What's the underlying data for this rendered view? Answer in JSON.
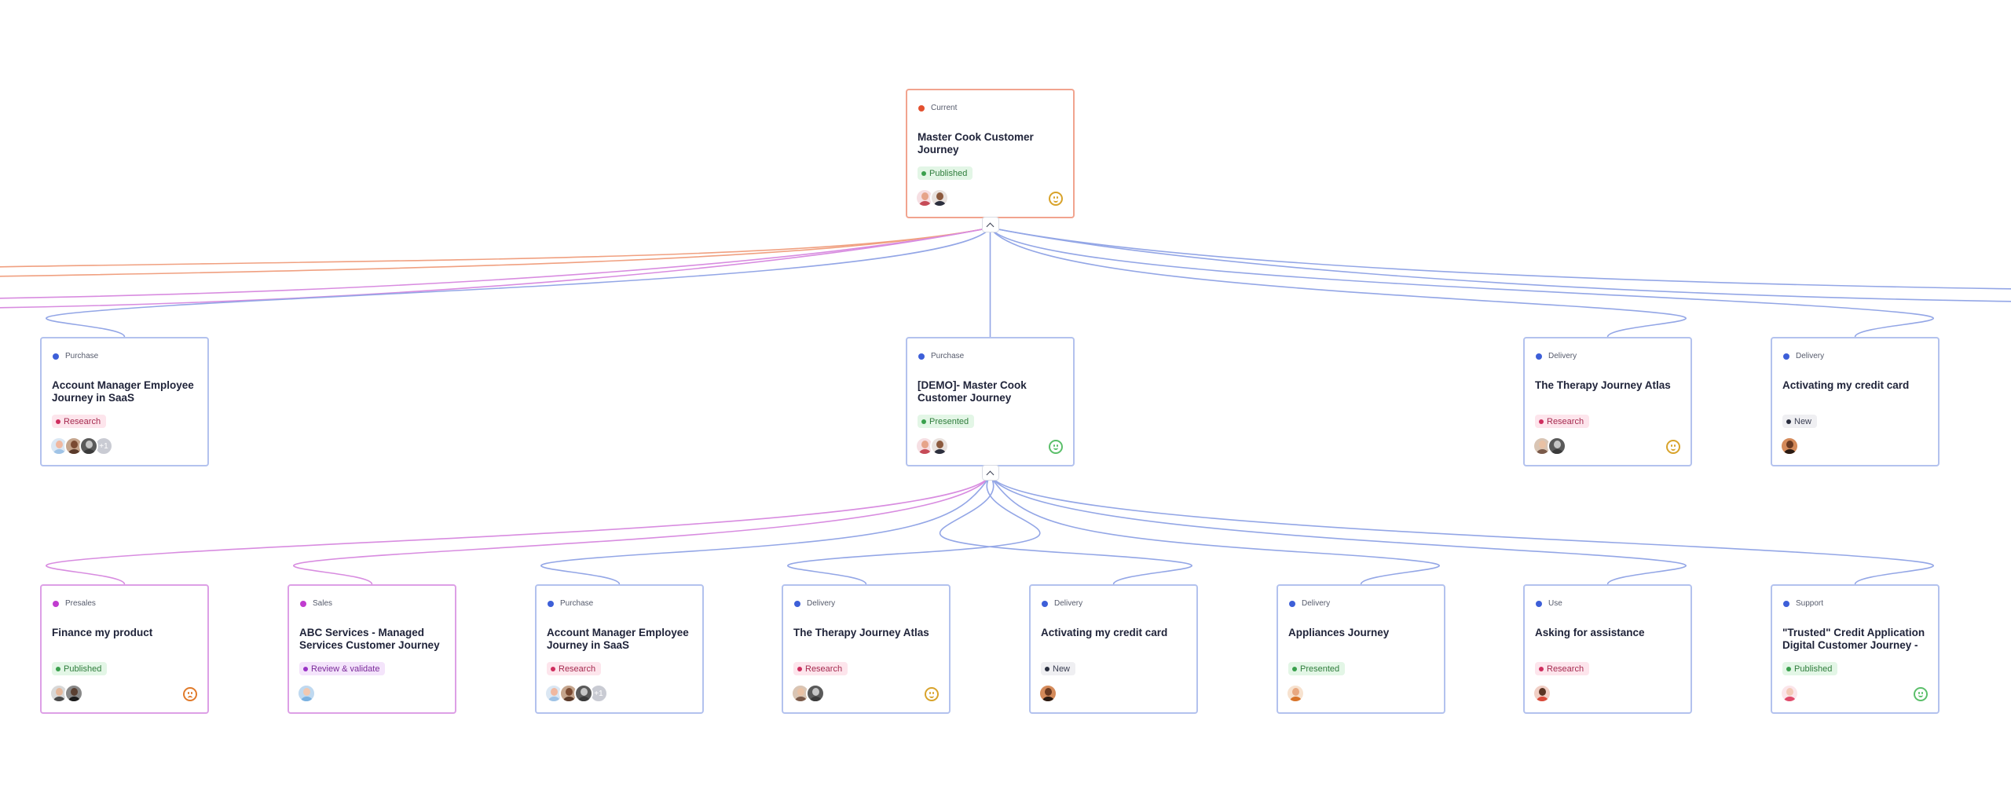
{
  "colors": {
    "purchase": "#3d5fd8",
    "delivery": "#3d5fd8",
    "use": "#3d5fd8",
    "support": "#3d5fd8",
    "presales": "#c03ccf",
    "sales": "#c03ccf",
    "current": "#e3502f",
    "card_border_blue": "#b3c2ee",
    "card_border_pink": "#dda0e6",
    "card_border_orange": "#f1a48f",
    "connector_blue": "#93a6e6",
    "connector_pink": "#d88ce0",
    "connector_orange": "#f0a080"
  },
  "status_styles": {
    "Published": {
      "bg": "#e3f6e6",
      "fg": "#2f7d3c",
      "dot": "#3aa04d"
    },
    "Presented": {
      "bg": "#e3f6e6",
      "fg": "#2f7d3c",
      "dot": "#3aa04d"
    },
    "Research": {
      "bg": "#fde5ec",
      "fg": "#a52a4f",
      "dot": "#cf2e5f"
    },
    "New": {
      "bg": "#efeff2",
      "fg": "#3a3f52",
      "dot": "#2a2f3f"
    },
    "Review & validate": {
      "bg": "#f4e4fb",
      "fg": "#7a2a9a",
      "dot": "#9a34c6"
    }
  },
  "cards": [
    {
      "id": "root",
      "phase": "Current",
      "phase_color": "current",
      "title": "Master Cook Customer Journey",
      "status": "Published",
      "avatars": [
        "person-a",
        "person-b"
      ],
      "more": "",
      "sentiment": "neutral",
      "border": "card_border_orange"
    },
    {
      "id": "l1-1",
      "phase": "Purchase",
      "phase_color": "purchase",
      "title": "Account Manager Employee Journey in SaaS",
      "status": "Research",
      "avatars": [
        "person-c",
        "person-d",
        "person-e"
      ],
      "more": "+1",
      "sentiment": "",
      "border": "card_border_blue"
    },
    {
      "id": "l1-2",
      "phase": "Purchase",
      "phase_color": "purchase",
      "title": "[DEMO]- Master Cook Customer Journey",
      "status": "Presented",
      "avatars": [
        "person-a",
        "person-b"
      ],
      "more": "",
      "sentiment": "happy",
      "border": "card_border_blue"
    },
    {
      "id": "l1-3",
      "phase": "Delivery",
      "phase_color": "delivery",
      "title": "The Therapy Journey Atlas",
      "status": "Research",
      "avatars": [
        "person-f",
        "person-e"
      ],
      "more": "",
      "sentiment": "neutral",
      "border": "card_border_blue"
    },
    {
      "id": "l1-4",
      "phase": "Delivery",
      "phase_color": "delivery",
      "title": "Activating my credit card",
      "status": "New",
      "avatars": [
        "person-g"
      ],
      "more": "",
      "sentiment": "",
      "border": "card_border_blue"
    },
    {
      "id": "l2-1",
      "phase": "Presales",
      "phase_color": "presales",
      "title": "Finance my product",
      "status": "Published",
      "avatars": [
        "person-h",
        "person-i"
      ],
      "more": "",
      "sentiment": "sad",
      "border": "card_border_pink"
    },
    {
      "id": "l2-2",
      "phase": "Sales",
      "phase_color": "sales",
      "title": "ABC Services - Managed Services Customer Journey",
      "status": "Review & validate",
      "avatars": [
        "person-j"
      ],
      "more": "",
      "sentiment": "",
      "border": "card_border_pink"
    },
    {
      "id": "l2-3",
      "phase": "Purchase",
      "phase_color": "purchase",
      "title": "Account Manager Employee Journey in SaaS",
      "status": "Research",
      "avatars": [
        "person-c",
        "person-d",
        "person-e"
      ],
      "more": "+1",
      "sentiment": "",
      "border": "card_border_blue"
    },
    {
      "id": "l2-4",
      "phase": "Delivery",
      "phase_color": "delivery",
      "title": "The Therapy Journey Atlas",
      "status": "Research",
      "avatars": [
        "person-f",
        "person-e"
      ],
      "more": "",
      "sentiment": "neutral",
      "border": "card_border_blue"
    },
    {
      "id": "l2-5",
      "phase": "Delivery",
      "phase_color": "delivery",
      "title": "Activating my credit card",
      "status": "New",
      "avatars": [
        "person-g"
      ],
      "more": "",
      "sentiment": "",
      "border": "card_border_blue"
    },
    {
      "id": "l2-6",
      "phase": "Delivery",
      "phase_color": "delivery",
      "title": "Appliances Journey",
      "status": "Presented",
      "avatars": [
        "person-k"
      ],
      "more": "",
      "sentiment": "",
      "border": "card_border_blue"
    },
    {
      "id": "l2-7",
      "phase": "Use",
      "phase_color": "use",
      "title": "Asking for assistance",
      "status": "Research",
      "avatars": [
        "person-l"
      ],
      "more": "",
      "sentiment": "",
      "border": "card_border_blue"
    },
    {
      "id": "l2-8",
      "phase": "Support",
      "phase_color": "support",
      "title": "\"Trusted\" Credit Application Digital Customer Journey - ...",
      "status": "Published",
      "avatars": [
        "person-m"
      ],
      "more": "",
      "sentiment": "happy",
      "border": "card_border_blue"
    }
  ],
  "avatar_palette": {
    "person-a": {
      "skin": "#e6a48a",
      "cloth": "#c64b57",
      "bg": "#f6dfe3"
    },
    "person-b": {
      "skin": "#8c5a3e",
      "cloth": "#2c2f3d",
      "bg": "#e9e2de"
    },
    "person-c": {
      "skin": "#f0b8a0",
      "cloth": "#9fc3e6",
      "bg": "#dbe7f3"
    },
    "person-d": {
      "skin": "#7a4a32",
      "cloth": "#5a3a2a",
      "bg": "#c4a48c"
    },
    "person-e": {
      "skin": "#c6c6c6",
      "cloth": "#3a3a3a",
      "bg": "#5a5a5a"
    },
    "person-f": {
      "skin": "#e9c1a4",
      "cloth": "#7a5a4a",
      "bg": "#d9c5b4"
    },
    "person-g": {
      "skin": "#6a3a22",
      "cloth": "#2a1a12",
      "bg": "#d48a5a"
    },
    "person-h": {
      "skin": "#e4b79a",
      "cloth": "#4a4a4a",
      "bg": "#d8d8d8"
    },
    "person-i": {
      "skin": "#5a4032",
      "cloth": "#1c1c1c",
      "bg": "#888888"
    },
    "person-j": {
      "skin": "#f2c8b0",
      "cloth": "#7ab1e0",
      "bg": "#bfd9f0"
    },
    "person-k": {
      "skin": "#e8a880",
      "cloth": "#d8742a",
      "bg": "#f7e2cf"
    },
    "person-l": {
      "skin": "#5a3424",
      "cloth": "#d84a3a",
      "bg": "#f1cfc5"
    },
    "person-m": {
      "skin": "#f3c9b6",
      "cloth": "#e04a6a",
      "bg": "#fbe5ea"
    }
  },
  "connectors": [
    {
      "from": "root",
      "to": "offscreen-left",
      "color": "connector_orange"
    },
    {
      "from": "root",
      "to": "offscreen-left",
      "color": "connector_orange"
    },
    {
      "from": "root",
      "to": "offscreen-left",
      "color": "connector_pink"
    },
    {
      "from": "root",
      "to": "offscreen-left",
      "color": "connector_pink"
    },
    {
      "from": "root",
      "to": "l1-1",
      "color": "connector_blue"
    },
    {
      "from": "root",
      "to": "l1-2",
      "color": "connector_blue"
    },
    {
      "from": "root",
      "to": "l1-3",
      "color": "connector_blue"
    },
    {
      "from": "root",
      "to": "l1-4",
      "color": "connector_blue"
    },
    {
      "from": "root",
      "to": "offscreen-right",
      "color": "connector_blue"
    },
    {
      "from": "root",
      "to": "offscreen-right",
      "color": "connector_blue"
    },
    {
      "from": "l1-2",
      "to": "l2-1",
      "color": "connector_pink"
    },
    {
      "from": "l1-2",
      "to": "l2-2",
      "color": "connector_pink"
    },
    {
      "from": "l1-2",
      "to": "l2-3",
      "color": "connector_blue"
    },
    {
      "from": "l1-2",
      "to": "l2-4",
      "color": "connector_blue"
    },
    {
      "from": "l1-2",
      "to": "l2-5",
      "color": "connector_blue"
    },
    {
      "from": "l1-2",
      "to": "l2-6",
      "color": "connector_blue"
    },
    {
      "from": "l1-2",
      "to": "l2-7",
      "color": "connector_blue"
    },
    {
      "from": "l1-2",
      "to": "l2-8",
      "color": "connector_blue"
    }
  ],
  "collapse_buttons": [
    {
      "parent": "root",
      "icon": "chevron-up-icon"
    },
    {
      "parent": "l1-2",
      "icon": "chevron-up-icon"
    }
  ]
}
